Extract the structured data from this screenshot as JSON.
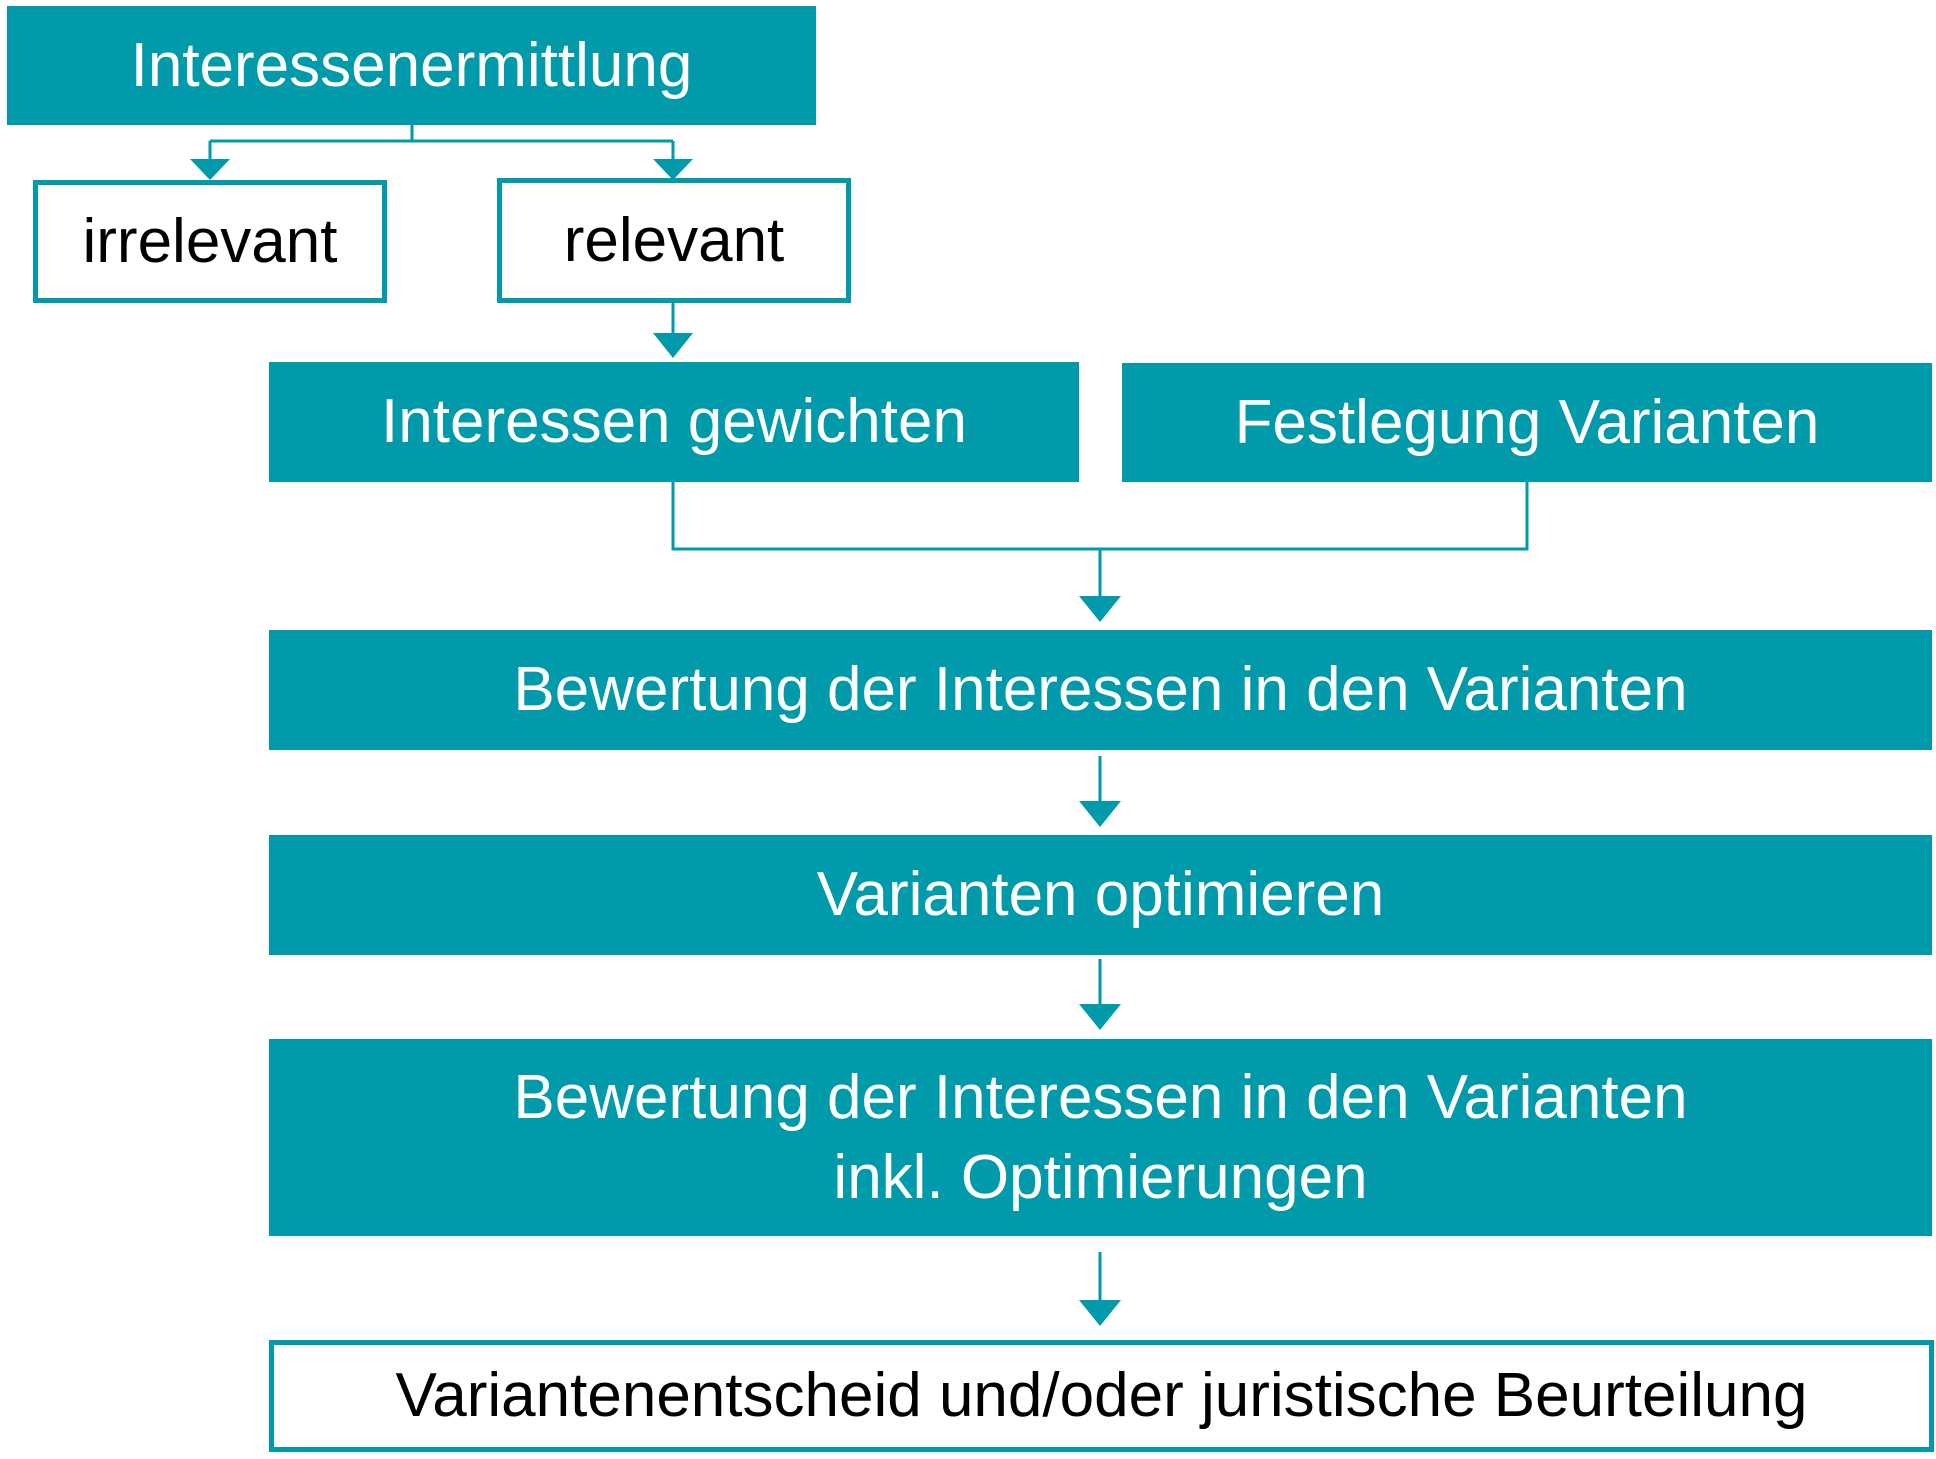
{
  "colors": {
    "accent": "#009aab",
    "filled_text": "#ffffff",
    "outlined_text": "#000000",
    "background": "#ffffff"
  },
  "nodes": {
    "interessenermittlung": "Interessenermittlung",
    "irrelevant": "irrelevant",
    "relevant": "relevant",
    "interessen_gewichten": "Interessen gewichten",
    "festlegung_varianten": "Festlegung Varianten",
    "bewertung_1": "Bewertung der Interessen in den Varianten",
    "varianten_optimieren": "Varianten optimieren",
    "bewertung_2_line1": "Bewertung der Interessen in den Varianten",
    "bewertung_2_line2": "inkl. Optimierungen",
    "variantenentscheid": "Variantenentscheid und/oder juristische Beurteilung"
  }
}
